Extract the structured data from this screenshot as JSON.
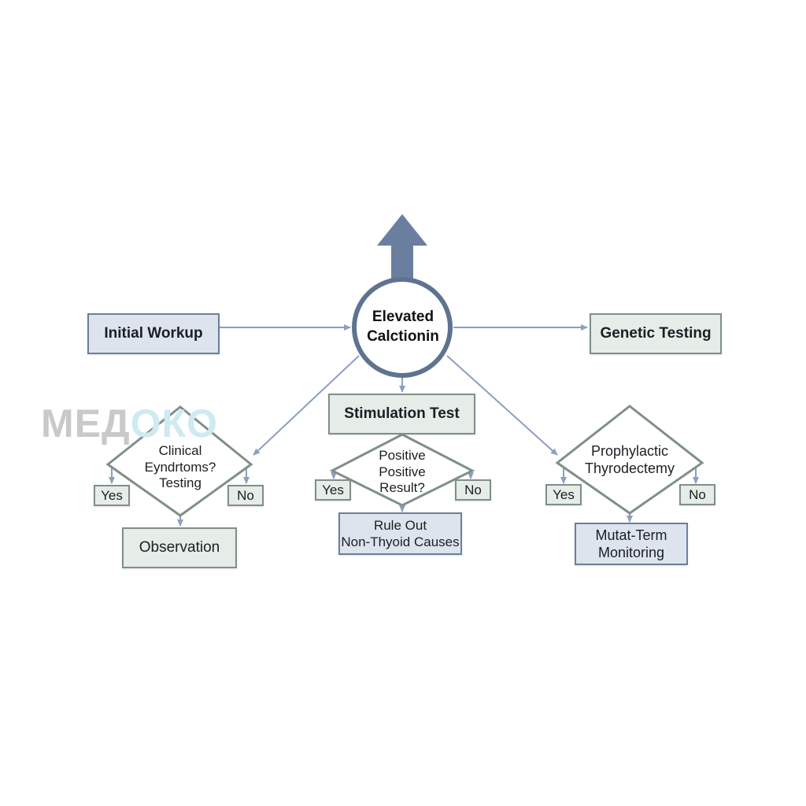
{
  "center": {
    "line1": "Elevated",
    "line2": "Calctionin"
  },
  "nodes": {
    "initial_workup": "Initial Workup",
    "genetic_testing": "Genetic Testing",
    "stimulation_test": "Stimulation Test",
    "observation": "Observation",
    "rule_out": {
      "line1": "Rule Out",
      "line2": "Non-Thyoid Causes"
    },
    "monitoring": {
      "line1": "Mutat-Term",
      "line2": "Monitoring"
    }
  },
  "decisions": {
    "left": {
      "line1": "Clinical",
      "line2": "Eyndrtoms?",
      "line3": "Testing",
      "yes": "Yes",
      "no": "No"
    },
    "middle": {
      "line1": "Positive",
      "line2": "Positive",
      "line3": "Result?",
      "yes": "Yes",
      "no": "No"
    },
    "right": {
      "line1": "Prophylactic",
      "line2": "Thyrodectemy",
      "yes": "Yes",
      "no": "No"
    }
  },
  "watermark": {
    "part1": "МЕД",
    "part2": "ОКО"
  },
  "colors": {
    "line": "#8b9fc0",
    "circle": "#5f7390",
    "arrow_up": "#6a7fa0",
    "diamond": "#7f9087"
  }
}
